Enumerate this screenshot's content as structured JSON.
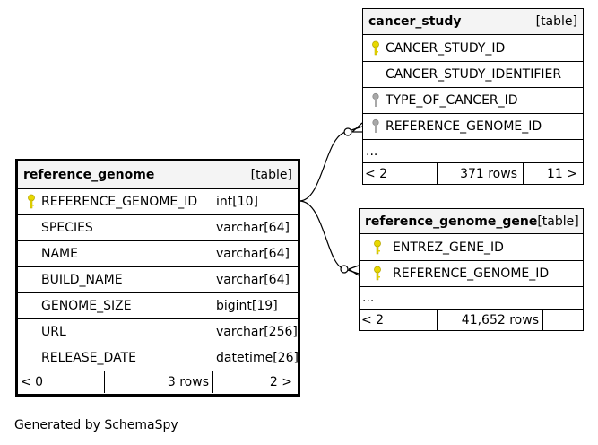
{
  "tables": {
    "reference_genome": {
      "name": "reference_genome",
      "kind": "[table]",
      "columns": [
        {
          "name": "REFERENCE_GENOME_ID",
          "type": "int[10]",
          "key": "primary"
        },
        {
          "name": "SPECIES",
          "type": "varchar[64]",
          "key": "none"
        },
        {
          "name": "NAME",
          "type": "varchar[64]",
          "key": "none"
        },
        {
          "name": "BUILD_NAME",
          "type": "varchar[64]",
          "key": "none"
        },
        {
          "name": "GENOME_SIZE",
          "type": "bigint[19]",
          "key": "none"
        },
        {
          "name": "URL",
          "type": "varchar[256]",
          "key": "none"
        },
        {
          "name": "RELEASE_DATE",
          "type": "datetime[26]",
          "key": "none"
        }
      ],
      "footer": {
        "parents": "< 0",
        "rows": "3 rows",
        "children": "2 >"
      }
    },
    "cancer_study": {
      "name": "cancer_study",
      "kind": "[table]",
      "columns": [
        {
          "name": "CANCER_STUDY_ID",
          "key": "primary"
        },
        {
          "name": "CANCER_STUDY_IDENTIFIER",
          "key": "none"
        },
        {
          "name": "TYPE_OF_CANCER_ID",
          "key": "foreign"
        },
        {
          "name": "REFERENCE_GENOME_ID",
          "key": "foreign"
        }
      ],
      "ellipsis": "...",
      "footer": {
        "parents": "< 2",
        "rows": "371 rows",
        "children": "11 >"
      }
    },
    "reference_genome_gene": {
      "name": "reference_genome_gene",
      "kind": "[table]",
      "columns": [
        {
          "name": "ENTREZ_GENE_ID",
          "key": "primary"
        },
        {
          "name": "REFERENCE_GENOME_ID",
          "key": "primary"
        }
      ],
      "ellipsis": "...",
      "footer": {
        "parents": "< 2",
        "rows": "41,652 rows",
        "children": ""
      }
    }
  },
  "generated_by": "Generated by SchemaSpy",
  "colors": {
    "primary_key": "#e8d800",
    "foreign_key": "#a8a8a8",
    "header_bg": "#f4f4f4"
  },
  "icons": {
    "primary_key": "key-icon",
    "foreign_key": "key-icon"
  }
}
